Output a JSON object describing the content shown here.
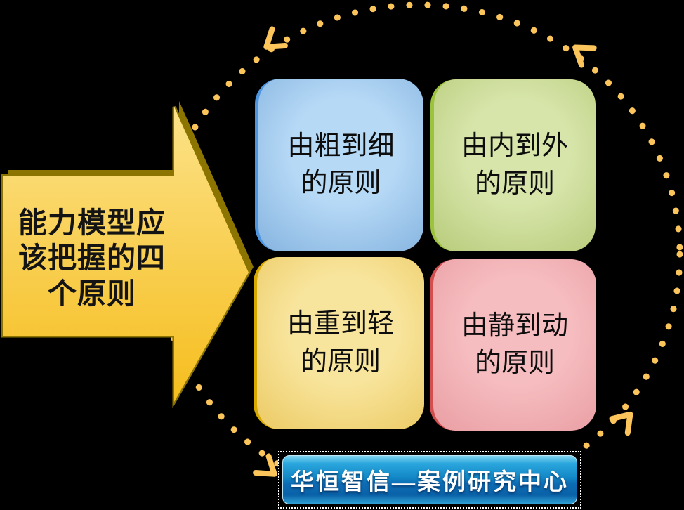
{
  "arrow": {
    "label": "能力模型应\n该把握的四\n个原则"
  },
  "principles": [
    {
      "id": "coarse-to-fine",
      "text": "由粗到细\n的原则"
    },
    {
      "id": "inside-to-outside",
      "text": "由内到外\n的原则"
    },
    {
      "id": "heavy-to-light",
      "text": "由重到轻\n的原则"
    },
    {
      "id": "static-to-dynamic",
      "text": "由静到动\n的原则"
    }
  ],
  "footer": {
    "text": "华恒智信—案例研究中心"
  },
  "cycle": {
    "direction": "counterclockwise",
    "arrowhead_count": 4
  },
  "colors": {
    "background": "#000000",
    "dot": "#FBC55C",
    "arrow-top": "#FCE389",
    "arrow-mid": "#F9D158",
    "arrow-bottom": "#F6BE1E",
    "arrow-edge": "#8C7400",
    "box-blue-light": "#B6D9F6",
    "box-blue-dark": "#85B3DF",
    "box-blue-accent": "#4E95E0",
    "box-green-light": "#D7E5AA",
    "box-green-dark": "#B7CB7A",
    "box-green-accent": "#9CC33D",
    "box-yellow-light": "#F8E59D",
    "box-yellow-dark": "#ECCA64",
    "box-yellow-accent": "#D7A900",
    "box-pink-light": "#F6BDC0",
    "box-pink-dark": "#E99EA3",
    "box-pink-accent": "#D34F4F",
    "banner-top": "#7FD4EF",
    "banner-mid": "#1287C6",
    "banner-deep": "#0A62A8",
    "banner-text": "#FFFFFF",
    "text-dark": "#141414"
  }
}
